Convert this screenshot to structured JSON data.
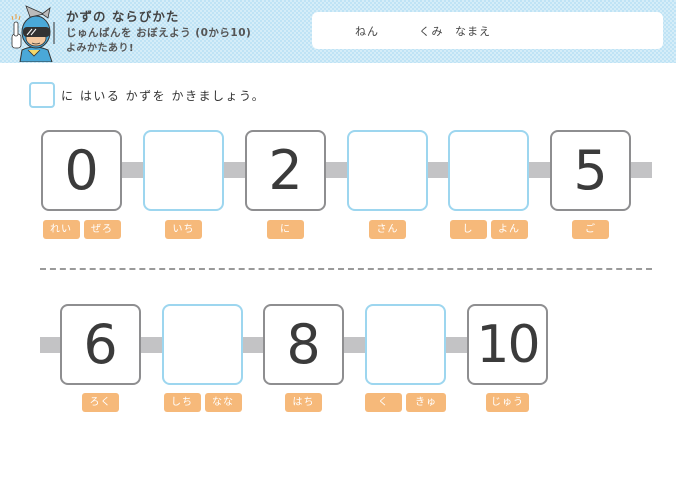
{
  "header": {
    "title": "かずの ならびかた",
    "subtitle": "じゅんばんを おぼえよう (0から10)",
    "note": "よみかたあり!",
    "mascot": "robot-hero-mascot",
    "bg_color": "#bfe3f5",
    "name_fields": {
      "year": "ねん",
      "class": "くみ",
      "name": "なまえ"
    }
  },
  "instruction": {
    "text": "に はいる かずを かきましょう。"
  },
  "rows": [
    {
      "boxes": [
        {
          "value": "0",
          "blank": false,
          "readings": [
            "れい",
            "ぜろ"
          ]
        },
        {
          "value": "",
          "blank": true,
          "readings": [
            "いち"
          ]
        },
        {
          "value": "2",
          "blank": false,
          "readings": [
            "に"
          ]
        },
        {
          "value": "",
          "blank": true,
          "readings": [
            "さん"
          ]
        },
        {
          "value": "",
          "blank": true,
          "readings": [
            "し",
            "よん"
          ]
        },
        {
          "value": "5",
          "blank": false,
          "readings": [
            "ご"
          ]
        }
      ]
    },
    {
      "boxes": [
        {
          "value": "6",
          "blank": false,
          "readings": [
            "ろく"
          ]
        },
        {
          "value": "",
          "blank": true,
          "readings": [
            "しち",
            "なな"
          ]
        },
        {
          "value": "8",
          "blank": false,
          "readings": [
            "はち"
          ]
        },
        {
          "value": "",
          "blank": true,
          "readings": [
            "く",
            "きゅう"
          ]
        },
        {
          "value": "10",
          "blank": false,
          "readings": [
            "じゅう"
          ]
        }
      ]
    }
  ],
  "colors": {
    "given_border": "#8e8e90",
    "blank_border": "#9dd6ef",
    "reading_tag": "#f6b97a",
    "connector": "#c3c3c5"
  }
}
